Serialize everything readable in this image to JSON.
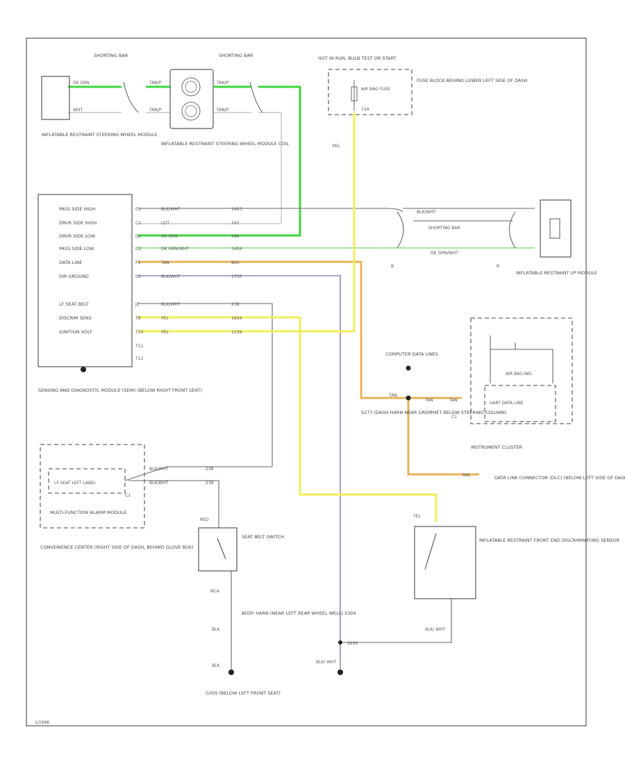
{
  "labels": {
    "shorting_bar_1": "SHORTING BAR",
    "shorting_bar_2": "SHORTING BAR",
    "shorting_bar_mid": "SHORTING BAR",
    "hot_in_run": "HOT IN RUN, BULB TEST OR START",
    "fuse_block": "FUSE BLOCK BEHIND LOWER LEFT SIDE OF DASH",
    "air_bag_fuse": "AIR BAG FUSE",
    "fuse_rating": "15A",
    "steering_module": "INFLATABLE RESTRAINT STEERING WHEEL MODULE",
    "coil": "INFLATABLE RESTRAINT STEERING WHEEL MODULE COIL",
    "ip_module": "INFLATABLE RESTRAINT I/P MODULE",
    "sdm_title": "SENSING AND DIAGNOSTIC MODULE (SDM) (BELOW RIGHT FRONT SEAT)",
    "computer_data": "COMPUTER DATA LINES",
    "splice_note": "S277 (DASH HARN NEAR GROMMET BELOW STEERING COLUMN)",
    "instrument_cluster": "INSTRUMENT CLUSTER",
    "airbag_ind": "AIR BAG IND.",
    "uart": "UART DATA LINE",
    "dlc": "DATA LINK CONNECTOR (DLC) (BELOW LEFT SIDE OF DASH)",
    "lf_seat_belt_label": "LF SEAT LEFT LABEL",
    "multifunction": "MULTI-FUNCTION ALARM MODULE",
    "convenience_center": "CONVENIENCE CENTER (RIGHT SIDE OF DASH, BEHIND GLOVE BOX)",
    "seat_belt_switch": "SEAT BELT SWITCH",
    "front_sensor": "INFLATABLE RESTRAINT FRONT END DISCRIMINATING SENSOR",
    "body_harness": "BODY HARN (NEAR LEFT REAR WHEEL WELL) S304",
    "ground": "G305 (BELOW LEFT FRONT SEAT)",
    "footer_code": "1/1996"
  },
  "sdm_pins": [
    {
      "name": "PASS SIDE HIGH",
      "pin": "C1",
      "color": "BLK/WHT",
      "circuit": "1403"
    },
    {
      "name": "DRVR SIDE HIGH",
      "pin": "C2",
      "color": "LT/T",
      "circuit": "347"
    },
    {
      "name": "DRVR SIDE LOW",
      "pin": "D1",
      "color": "DK GRN",
      "circuit": "348"
    },
    {
      "name": "PASS SIDE LOW",
      "pin": "D2",
      "color": "DK GRN/WHT",
      "circuit": "1404"
    },
    {
      "name": "DATA LINE",
      "pin": "F1",
      "color": "TAN",
      "circuit": "800"
    },
    {
      "name": "DIR GROUND",
      "pin": "G1",
      "color": "BLK/WHT",
      "circuit": "1750"
    },
    {
      "name": "LF SEAT BELT",
      "pin": "J2",
      "color": "BLK/WHT",
      "circuit": "238"
    },
    {
      "name": "DISCRIM SENS",
      "pin": "T8",
      "color": "YEL",
      "circuit": "1634"
    },
    {
      "name": "IGNITION VOLT",
      "pin": "T10",
      "color": "YEL",
      "circuit": "1139"
    },
    {
      "name": "",
      "pin": "T11",
      "color": "",
      "circuit": ""
    },
    {
      "name": "",
      "pin": "T12",
      "color": "",
      "circuit": ""
    }
  ],
  "wire_labels": {
    "steer_top": "DK GRN",
    "steer_bot": "WHT",
    "coil_top_l": "TAN/P",
    "coil_bot_l": "TAN/P",
    "coil_top_r": "TAN/P",
    "coil_bot_r": "TAN/P",
    "yel_main": "YEL",
    "yel_sensor": "YEL",
    "tan_a": "TAN",
    "tan_b": "TAN",
    "tan_c": "TAN",
    "tan_d": "TAN",
    "c1": "C1",
    "c2": "C1",
    "blk_wht_ip": "BLK/WHT",
    "dk_grn_wht_ip": "DK GRN/WHT",
    "blk_wht_conv1": "BLK/WHT",
    "blk_wht_conv2": "BLK/WHT",
    "c238a": "238",
    "c238b": "238",
    "red": "RED",
    "nca": "NCA",
    "blk_1": "BLK",
    "blk_2": "BLK",
    "blk_wht_g": "BLK/ WHT",
    "blk_wht_s": "BLK/ WHT",
    "s299": "S299",
    "ip_r": "B",
    "ip_l": "B"
  }
}
